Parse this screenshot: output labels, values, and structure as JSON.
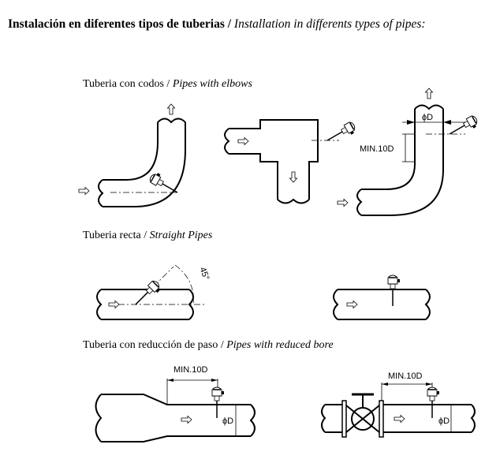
{
  "title": {
    "es": "Instalación en diferentes tipos de tuberias / ",
    "en": "Installation in differents types of pipes:"
  },
  "sections": [
    {
      "es": "Tuberia con codos / ",
      "en": "Pipes with elbows"
    },
    {
      "es": "Tuberia recta / ",
      "en": "Straight Pipes"
    },
    {
      "es": "Tuberia con reducción de paso / ",
      "en": "Pipes with reduced bore"
    }
  ],
  "labels": {
    "min10d": "MIN.10D",
    "diameter": "ϕD",
    "angle": "45°"
  }
}
